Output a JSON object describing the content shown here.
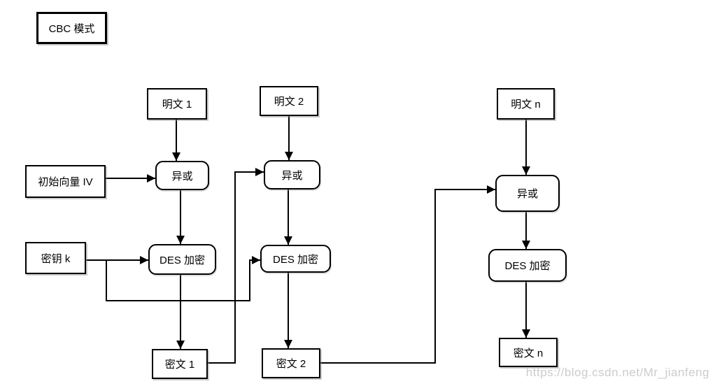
{
  "diagram": {
    "title": "CBC 模式",
    "nodes": {
      "cbc": "CBC 模式",
      "plaintext1": "明文 1",
      "plaintext2": "明文 2",
      "plaintextN": "明文 n",
      "iv": "初始向量 IV",
      "key": "密钥 k",
      "xor1": "异或",
      "xor2": "异或",
      "xor3": "异或",
      "des1": "DES 加密",
      "des2": "DES 加密",
      "des3": "DES 加密",
      "cipher1": "密文 1",
      "cipher2": "密文 2",
      "cipherN": "密文 n"
    },
    "edges": [
      {
        "from": "plaintext1",
        "to": "xor1"
      },
      {
        "from": "iv",
        "to": "xor1"
      },
      {
        "from": "xor1",
        "to": "des1"
      },
      {
        "from": "key",
        "to": "des1"
      },
      {
        "from": "key",
        "to": "des2"
      },
      {
        "from": "des1",
        "to": "cipher1"
      },
      {
        "from": "cipher1",
        "to": "xor2"
      },
      {
        "from": "plaintext2",
        "to": "xor2"
      },
      {
        "from": "xor2",
        "to": "des2"
      },
      {
        "from": "des2",
        "to": "cipher2"
      },
      {
        "from": "cipher2",
        "to": "xor3"
      },
      {
        "from": "plaintextN",
        "to": "xor3"
      },
      {
        "from": "xor3",
        "to": "des3"
      },
      {
        "from": "des3",
        "to": "cipherN"
      }
    ]
  },
  "watermark": "https://blog.csdn.net/Mr_jianfeng",
  "colors": {
    "line": "#000000",
    "box_background": "#ffffff",
    "watermark": "#cccccc"
  }
}
